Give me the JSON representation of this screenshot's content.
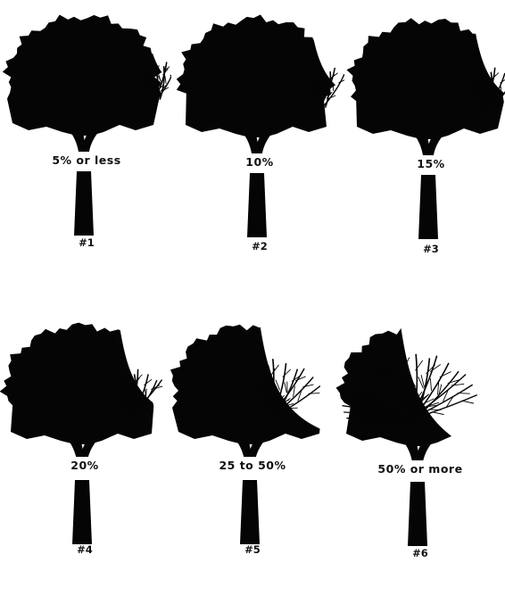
{
  "trees": [
    {
      "label": "5% or less",
      "number": "#1",
      "dieback_fraction": 0.05
    },
    {
      "label": "10%",
      "number": "#2",
      "dieback_fraction": 0.1
    },
    {
      "label": "15%",
      "number": "#3",
      "dieback_fraction": 0.15
    },
    {
      "label": "20%",
      "number": "#4",
      "dieback_fraction": 0.2
    },
    {
      "label": "25 to 50%",
      "number": "#5",
      "dieback_fraction": 0.375
    },
    {
      "label": "50% or more",
      "number": "#6",
      "dieback_fraction": 0.55
    }
  ]
}
